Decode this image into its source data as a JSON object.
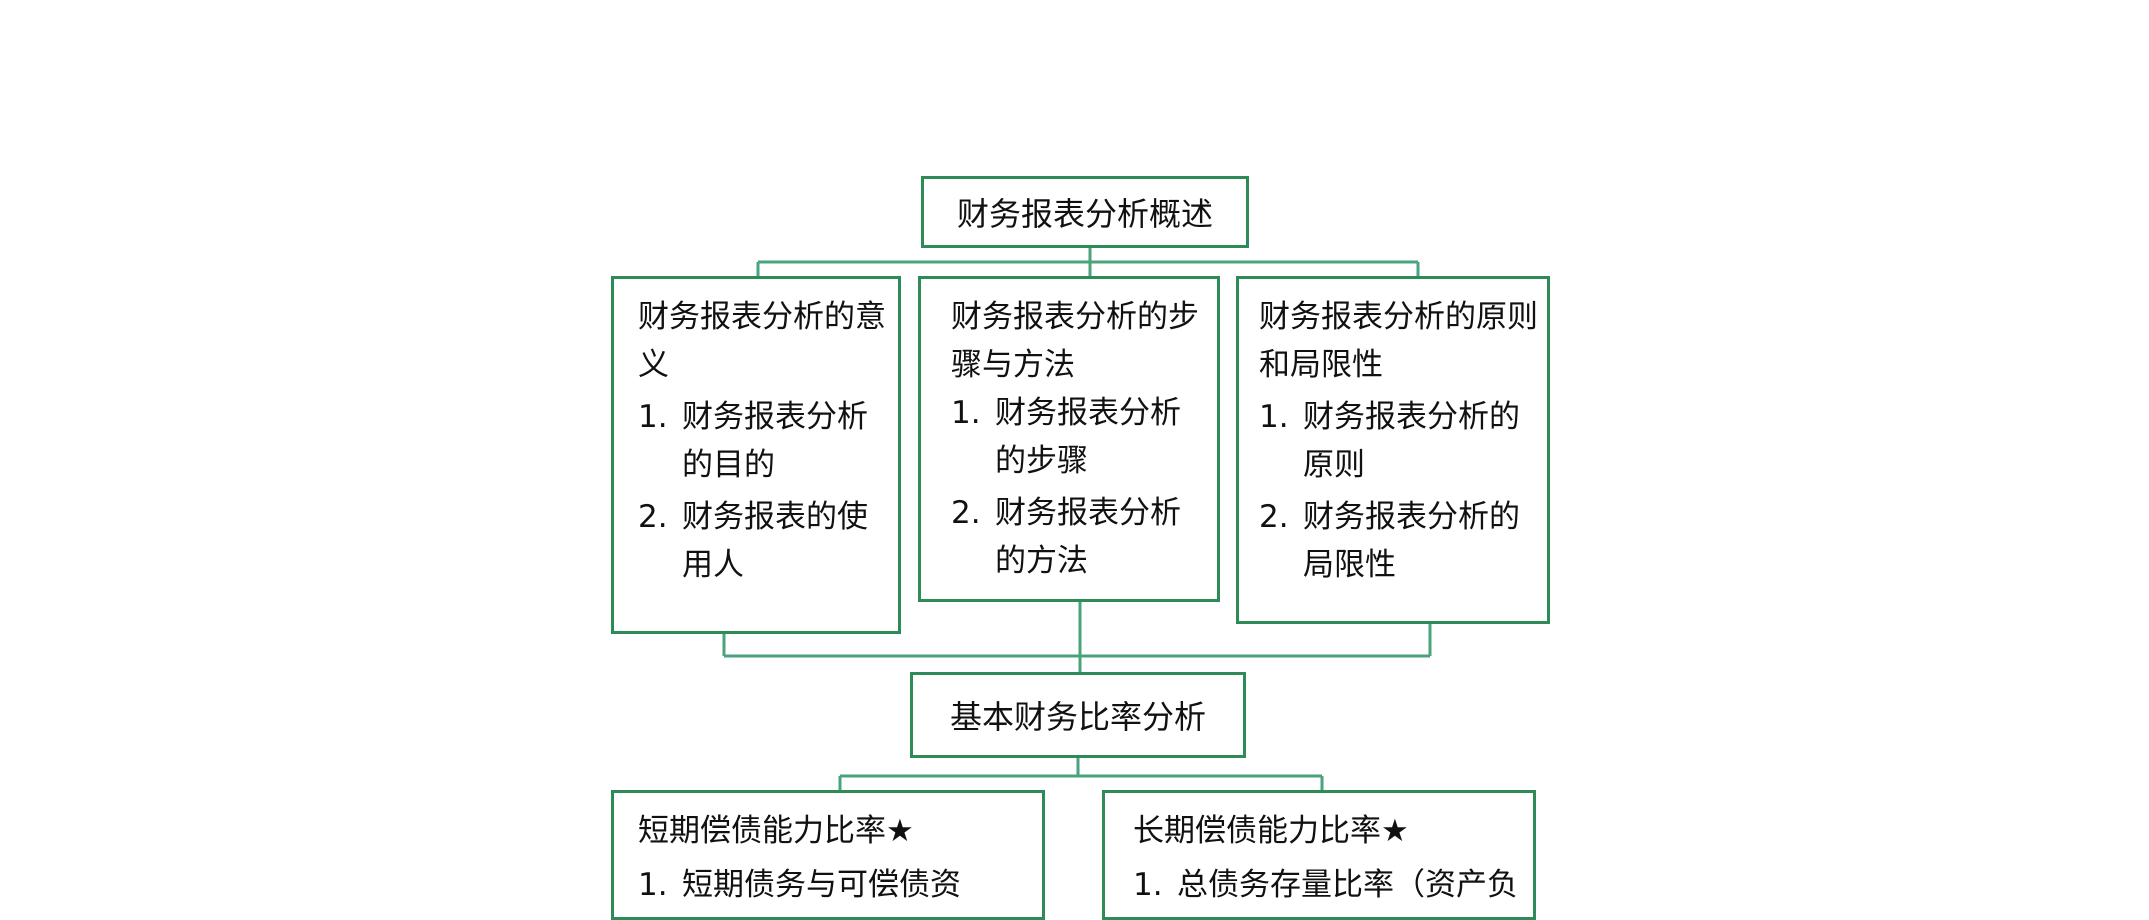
{
  "root": {
    "title": "财务报表分析概述"
  },
  "overview_children": [
    {
      "title": "财务报表分析的意义",
      "items": [
        {
          "num": "1.",
          "text": "财务报表分析的目的"
        },
        {
          "num": "2.",
          "text": "财务报表的使用人"
        }
      ]
    },
    {
      "title": "财务报表分析的步骤与方法",
      "items": [
        {
          "num": "1.",
          "text": "财务报表分析的步骤"
        },
        {
          "num": "2.",
          "text": "财务报表分析的方法"
        }
      ]
    },
    {
      "title": "财务报表分析的原则和局限性",
      "items": [
        {
          "num": "1.",
          "text": "财务报表分析的原则"
        },
        {
          "num": "2.",
          "text": "财务报表分析的局限性"
        }
      ]
    }
  ],
  "ratio": {
    "title": "基本财务比率分析"
  },
  "ratio_children": [
    {
      "title": "短期偿债能力比率★",
      "items": [
        {
          "num": "1.",
          "text": "短期债务与可偿债资"
        }
      ]
    },
    {
      "title": "长期偿债能力比率★",
      "items": [
        {
          "num": "1.",
          "text": "总债务存量比率（资产负"
        }
      ]
    }
  ]
}
